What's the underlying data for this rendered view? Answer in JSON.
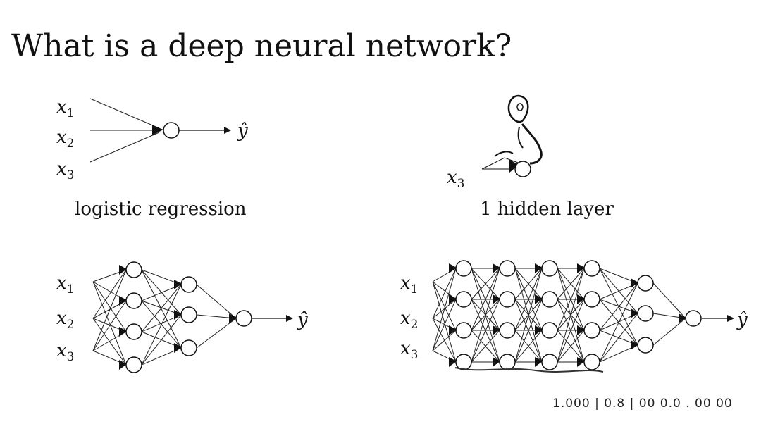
{
  "title": "What is a deep neural network?",
  "input_base": "x",
  "inputs": [
    "1",
    "2",
    "3"
  ],
  "output_label": "ŷ",
  "panels": {
    "logistic": {
      "caption": "logistic regression"
    },
    "one_hidden": {
      "caption": "1 hidden layer",
      "input_sub": "3"
    },
    "two_hidden": {
      "caption": ""
    },
    "five_hidden": {
      "caption": "",
      "scribble": "1.000 | 0.8 | 00 0.0 . 00 00"
    }
  }
}
